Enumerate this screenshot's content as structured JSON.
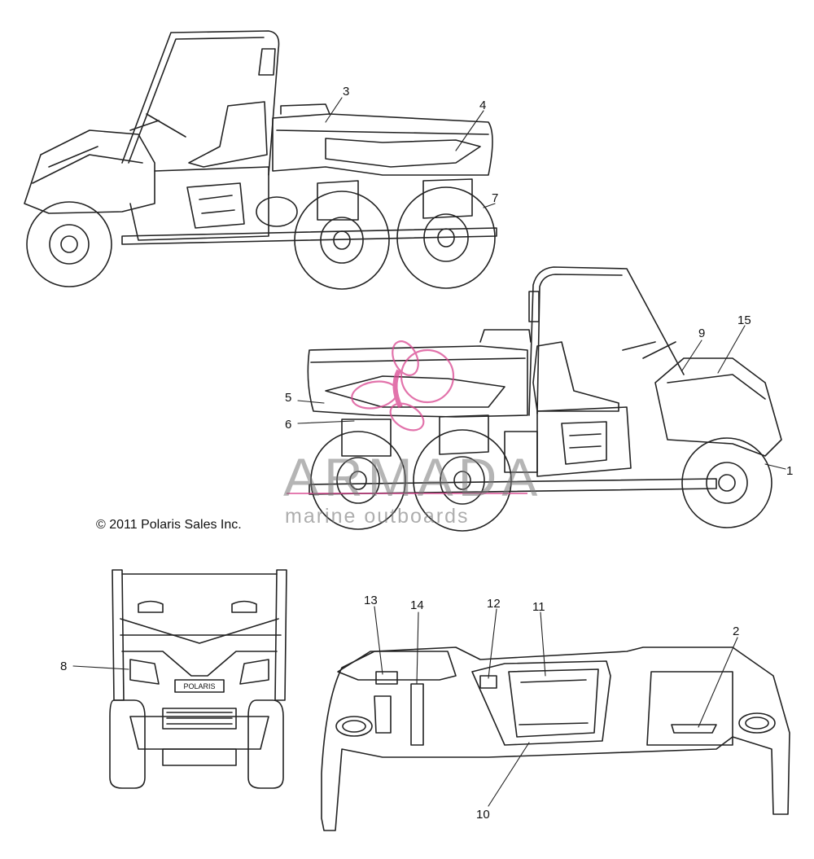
{
  "copyright": "© 2011 Polaris Sales Inc.",
  "watermark": {
    "title": "ARMADA",
    "subtitle": "marine outboards",
    "accent_color": "#d9458f"
  },
  "brand_grille_text": "POLARIS",
  "callouts": {
    "c1": "1",
    "c2": "2",
    "c3": "3",
    "c4": "4",
    "c5": "5",
    "c6": "6",
    "c7": "7",
    "c8": "8",
    "c9": "9",
    "c10": "10",
    "c11": "11",
    "c12": "12",
    "c13": "13",
    "c14": "14",
    "c15": "15"
  }
}
